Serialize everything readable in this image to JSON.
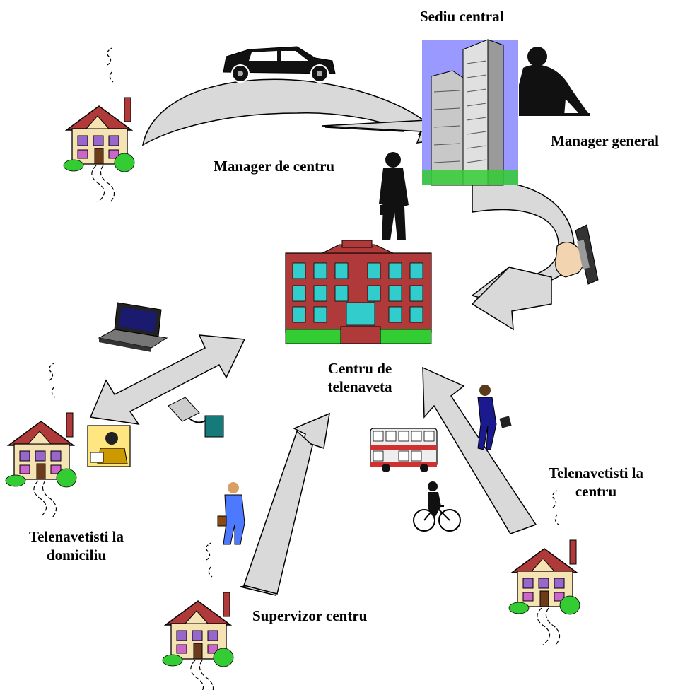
{
  "labels": {
    "headquarters": "Sediu central",
    "general_manager": "Manager general",
    "center_manager": "Manager de centru",
    "center_line1": "Centru de",
    "center_line2": "telenaveta",
    "home_workers_line1": "Telenavetisti la",
    "home_workers_line2": "domiciliu",
    "center_workers_line1": "Telenavetisti la",
    "center_workers_line2": "centru",
    "supervisor": "Supervizor centru"
  },
  "colors": {
    "arrow_fill": "#d9d9d9",
    "arrow_stroke": "#000000",
    "brick": "#b03a3a",
    "window": "#33cccc",
    "sky": "#9999ff",
    "shrub": "#33cc33"
  }
}
